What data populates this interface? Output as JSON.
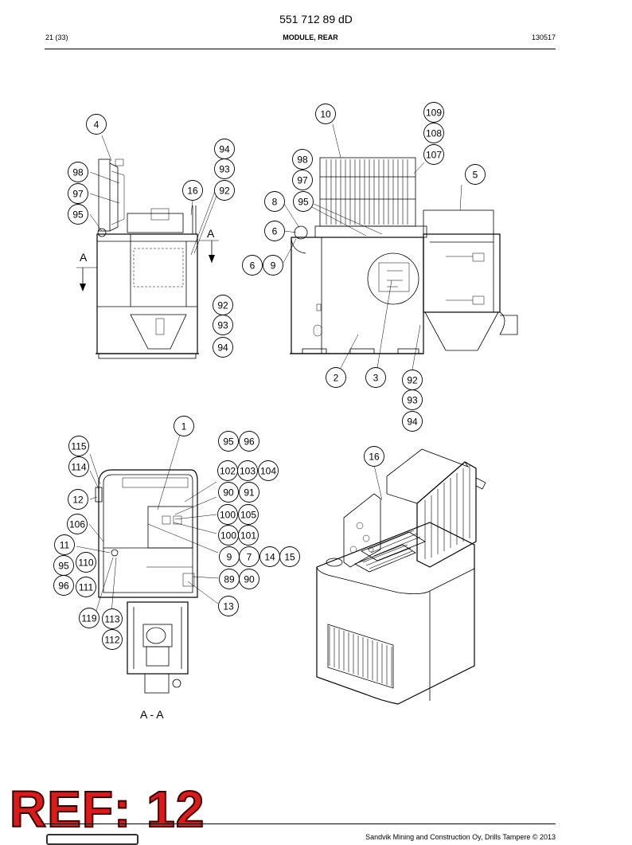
{
  "header": {
    "doc_number": "551 712 89 dD",
    "page": "21 (33)",
    "title": "MODULE, REAR",
    "date_code": "130517"
  },
  "section_labels": {
    "a_left": "A",
    "a_right": "A",
    "section_view": "A - A"
  },
  "callouts": [
    "4",
    "98",
    "97",
    "95",
    "94",
    "93",
    "16",
    "92",
    "92",
    "93",
    "94",
    "10",
    "98",
    "97",
    "8",
    "95",
    "6",
    "6",
    "9",
    "109",
    "108",
    "107",
    "5",
    "2",
    "3",
    "92",
    "93",
    "94",
    "1",
    "115",
    "114",
    "12",
    "106",
    "11",
    "95",
    "110",
    "96",
    "111",
    "119",
    "113",
    "112",
    "95",
    "96",
    "102",
    "103",
    "104",
    "90",
    "91",
    "100",
    "105",
    "100",
    "101",
    "9",
    "7",
    "14",
    "15",
    "89",
    "90",
    "13",
    "16"
  ],
  "stamp": "REF: 12",
  "footer": "Sandvik Mining and Construction Oy, Drills Tampere © 2013"
}
